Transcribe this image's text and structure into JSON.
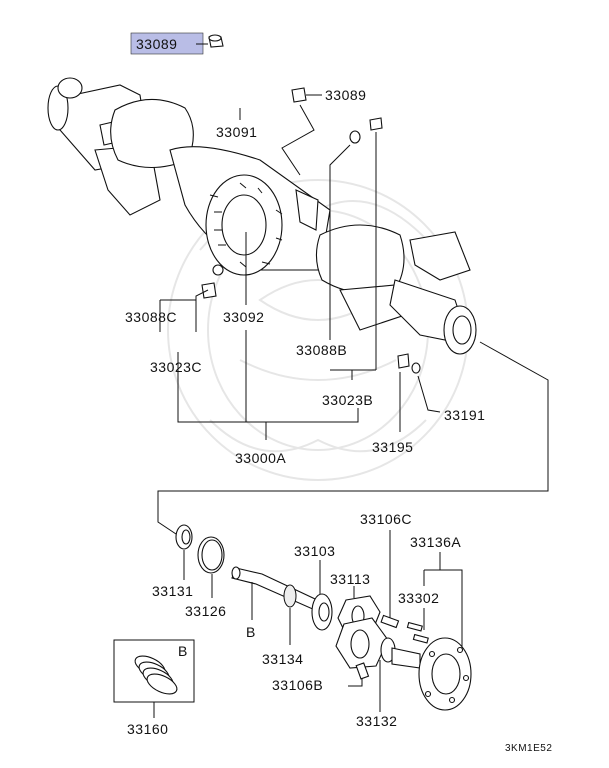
{
  "diagram": {
    "highlight_color": "#b9bde6",
    "callouts": {
      "p33089_hl": "33089",
      "p33089": "33089",
      "p33091": "33091",
      "p33088c": "33088C",
      "p33092": "33092",
      "p33088b": "33088B",
      "p33023c": "33023C",
      "p33023b": "33023B",
      "p33191": "33191",
      "p33195": "33195",
      "p33000a": "33000A",
      "p33106c": "33106C",
      "p33136a": "33136A",
      "p33103": "33103",
      "p33113": "33113",
      "p33302": "33302",
      "p33131": "33131",
      "p33126": "33126",
      "p33134": "33134",
      "p33106b": "33106B",
      "p33132": "33132",
      "p33160": "33160"
    },
    "marker_b_left": "B",
    "marker_b_box": "B",
    "diagram_code": "3KM1E52"
  }
}
